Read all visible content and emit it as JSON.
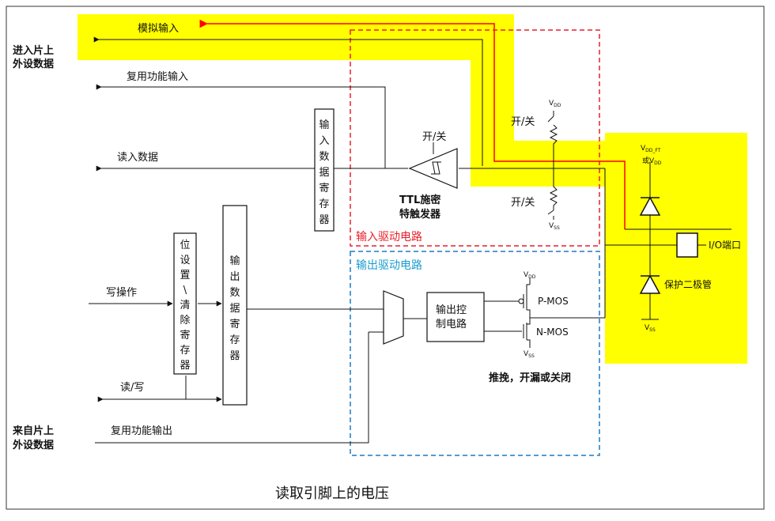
{
  "labels": {
    "peripheral_in_line1": "进入片上",
    "peripheral_in_line2": "外设数据",
    "analog_input": "模拟输入",
    "alt_func_input": "复用功能输入",
    "read_data": "读入数据",
    "input_data_register_chars": [
      "输",
      "入",
      "数",
      "据",
      "寄",
      "存",
      "器"
    ],
    "switch_top_schmitt": "开/关",
    "schmitt_line1": "TTL施密",
    "schmitt_line2": "特触发器",
    "switch_vdd": "开/关",
    "switch_vss": "开/关",
    "vdd_top": "V",
    "vdd_top_sub": "DD",
    "vss_bottom": "V",
    "vss_bottom_sub": "SS",
    "vdd_ft_1": "V",
    "vdd_ft_sub1": "DD_FT",
    "vdd_ft_2": "或V",
    "vdd_ft_sub2": "DD",
    "io_port": "I/O端口",
    "protect_diode": "保护二极管",
    "vss_diode": "V",
    "vss_diode_sub": "SS",
    "input_driver": "输入驱动电路",
    "output_driver": "输出驱动电路",
    "write_op": "写操作",
    "bit_set_clear_chars": [
      "位",
      "设",
      "置",
      "\\",
      "清",
      "除",
      "寄",
      "存",
      "器"
    ],
    "output_data_register_chars": [
      "输",
      "出",
      "数",
      "据",
      "寄",
      "存",
      "器"
    ],
    "output_control_line1": "输出控",
    "output_control_line2": "制电路",
    "vdd_pmos": "V",
    "vdd_pmos_sub": "DD",
    "pmos": "P-MOS",
    "nmos": "N-MOS",
    "vss_nmos": "V",
    "vss_nmos_sub": "SS",
    "push_pull": "推挽，开漏或关闭",
    "read_write": "读/写",
    "peripheral_out_line1": "来自片上",
    "peripheral_out_line2": "外设数据",
    "alt_func_output": "复用功能输出",
    "caption": "读取引脚上的电压"
  },
  "colors": {
    "highlight": "#ffff00",
    "red_path": "#ff0000",
    "input_box": "#e8202a",
    "output_box": "#1c7cc4",
    "input_label": "#e8202a",
    "output_label": "#1a9ccf",
    "line": "#111111"
  }
}
